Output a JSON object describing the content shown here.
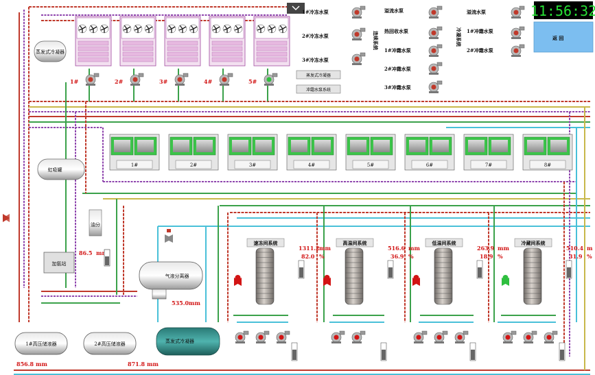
{
  "clock": "11:56:32",
  "back_button": "返  回",
  "collapse_button_icon": "chevron-down-icon",
  "top_panel": {
    "cooling_pumps": [
      "1#冷冻水泵",
      "2#冷冻水泵",
      "3#冷冻水泵"
    ],
    "overflow_pumps": [
      "溢流水泵",
      "溢流水泵"
    ],
    "series_label": "连续系统",
    "heat_recovery_pump": "热回收水泵",
    "flush_pumps": [
      "1#冲霜水泵",
      "2#冲霜水泵",
      "3#冲霜水泵"
    ],
    "frost_series_label": "冷凝系统",
    "frost_pumps_right": [
      "1#冲霜水泵",
      "2#冲霜水泵"
    ],
    "button_evap_condenser": "蒸发式冷凝器",
    "button_flush_system": "冲霜水泵系统"
  },
  "left_labels": {
    "evap_condenser_top": "蒸发式冷凝器",
    "siphon_tank": "虹吸罐",
    "oil_tank": "油分",
    "charging_station": "加氨站",
    "gas_liquid_separator": "气液分离器",
    "evap_condenser_bottom": "蒸发式冷凝器",
    "hp_tank_1": "1#高压储液器",
    "hp_tank_2": "2#高压储液器"
  },
  "condenser_fan_numbers": [
    "1#",
    "2#",
    "3#",
    "4#",
    "5#"
  ],
  "compressors": [
    "1#",
    "2#",
    "3#",
    "4#",
    "5#",
    "6#",
    "7#",
    "8#"
  ],
  "systems": [
    {
      "name": "速冻间系统",
      "level": "1311.2",
      "level_unit": "mm",
      "percent": "82.0",
      "percent_unit": "%"
    },
    {
      "name": "高温间系统",
      "level": "516.6",
      "level_unit": "mm",
      "percent": "36.9",
      "percent_unit": "%"
    },
    {
      "name": "低温间系统",
      "level": "263.9",
      "level_unit": "mm",
      "percent": "18.9",
      "percent_unit": "%"
    },
    {
      "name": "冷藏间系统",
      "level": "510.4",
      "level_unit": "m",
      "percent": "31.9",
      "percent_unit": "%"
    }
  ],
  "readings": {
    "left_level": "86.5",
    "left_level_unit": "mm",
    "separator_level": "535.0",
    "separator_unit": "mm",
    "tank1_level": "856.8",
    "tank1_unit": "mm",
    "tank2_level": "871.8",
    "tank2_unit": "mm"
  },
  "colors": {
    "pipe_red": "#c0392b",
    "pipe_green": "#3aa14a",
    "pipe_purple": "#8e44ad",
    "pipe_cyan": "#48c0d8",
    "pipe_yellow": "#c8b84a",
    "clock_green": "#27e035",
    "back_button_bg": "#7cbef0"
  }
}
